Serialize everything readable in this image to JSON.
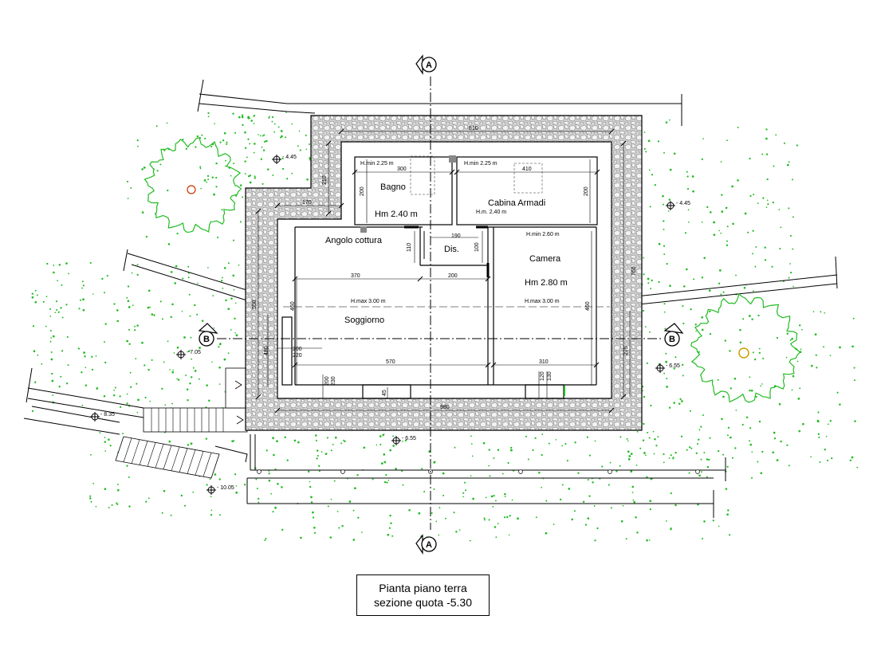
{
  "rooms": {
    "bagno": "Bagno",
    "bagno_hm": "Hm 2.40 m",
    "bagno_hmin": "H.min 2.25 m",
    "cabina": "Cabina Armadi",
    "cabina_hm": "H.m. 2.40 m",
    "cabina_hmin": "H.min 2.25 m",
    "cottura": "Angolo cottura",
    "dis": "Dis.",
    "camera": "Camera",
    "camera_hm": "Hm 2.80 m",
    "camera_hmin": "H.min 2.60 m",
    "soggiorno": "Soggiorno",
    "hmax_left": "H.max 3.00 m",
    "hmax_right": "H.max 3.00 m"
  },
  "dimensions": {
    "d810": "810",
    "d300": "300",
    "d410": "410",
    "d200a": "200",
    "d200b": "200",
    "d210": "210",
    "d170": "170",
    "d190": "190",
    "d110": "110",
    "d100": "100",
    "d370": "370",
    "d200c": "200",
    "d460a": "460",
    "d460b": "460",
    "d760": "760",
    "d550": "550",
    "d480": "480",
    "d200d": "200",
    "d220": "220",
    "d570": "570",
    "d310": "310",
    "d275": "275",
    "d200e": "200",
    "d230": "230",
    "d45": "45",
    "d120": "120",
    "d130": "130",
    "d980": "980"
  },
  "elevations": {
    "e1": "- 4.45",
    "e2": "- 4.45",
    "e3": "- 7.05",
    "e4": "- 6.55",
    "e5": "- 6.55",
    "e6": "- 8.35",
    "e7": "- 10.05"
  },
  "section_marks": {
    "a_top": "A",
    "a_bottom": "A",
    "b_left": "B",
    "b_right": "B"
  },
  "title": {
    "line1": "Pianta piano terra",
    "line2": "sezione quota -5.30"
  },
  "colors": {
    "vegetation": "#22bb22",
    "tree_center": "#c8a000",
    "tree_center_red": "#cc3300",
    "wall_fill": "#c8c8c8"
  }
}
